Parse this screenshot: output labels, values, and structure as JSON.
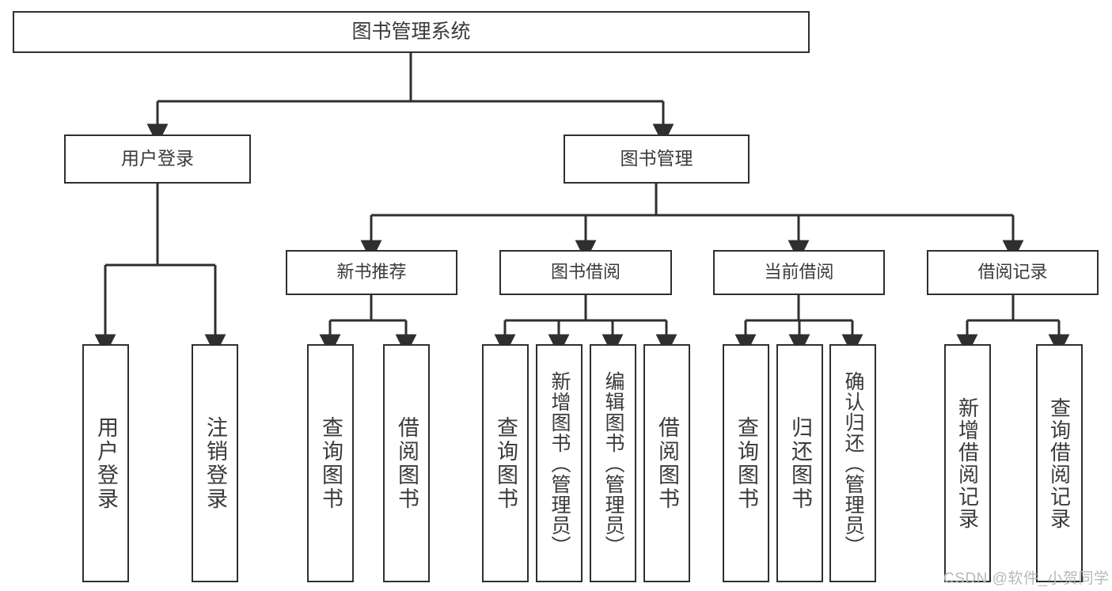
{
  "diagram": {
    "type": "tree",
    "title": "图书管理系统",
    "colors": {
      "box_border": "#2f2f2f",
      "box_fill": "#ffffff",
      "connector": "#2f2f2f",
      "text": "#3a3a3a",
      "watermark": "#b9b9b9",
      "background": "#ffffff"
    },
    "root": {
      "id": "root",
      "label": "图书管理系统"
    },
    "level2": [
      {
        "id": "user-login",
        "label": "用户登录"
      },
      {
        "id": "book-manage",
        "label": "图书管理"
      }
    ],
    "level3": [
      {
        "id": "new-book-recommend",
        "label": "新书推荐",
        "parent": "book-manage"
      },
      {
        "id": "book-borrow",
        "label": "图书借阅",
        "parent": "book-manage"
      },
      {
        "id": "current-borrow",
        "label": "当前借阅",
        "parent": "book-manage"
      },
      {
        "id": "borrow-record",
        "label": "借阅记录",
        "parent": "book-manage"
      }
    ],
    "leaves": [
      {
        "id": "leaf-user-login",
        "label": "用户登录",
        "parent": "user-login"
      },
      {
        "id": "leaf-logout-login",
        "label": "注销登录",
        "parent": "user-login"
      },
      {
        "id": "leaf-query-book-1",
        "label": "查询图书",
        "parent": "new-book-recommend"
      },
      {
        "id": "leaf-borrow-book-1",
        "label": "借阅图书",
        "parent": "new-book-recommend"
      },
      {
        "id": "leaf-query-book-2",
        "label": "查询图书",
        "parent": "book-borrow"
      },
      {
        "id": "leaf-add-book",
        "label": "新增图书（管理员）",
        "parent": "book-borrow"
      },
      {
        "id": "leaf-edit-book",
        "label": "编辑图书（管理员）",
        "parent": "book-borrow"
      },
      {
        "id": "leaf-borrow-book-2",
        "label": "借阅图书",
        "parent": "book-borrow"
      },
      {
        "id": "leaf-query-book-3",
        "label": "查询图书",
        "parent": "current-borrow"
      },
      {
        "id": "leaf-return-book",
        "label": "归还图书",
        "parent": "current-borrow"
      },
      {
        "id": "leaf-confirm-return",
        "label": "确认归还（管理员）",
        "parent": "current-borrow"
      },
      {
        "id": "leaf-add-record",
        "label": "新增借阅记录",
        "parent": "borrow-record"
      },
      {
        "id": "leaf-query-record",
        "label": "查询借阅记录",
        "parent": "borrow-record"
      }
    ],
    "watermark": "CSDN @软件_小贺同学"
  }
}
